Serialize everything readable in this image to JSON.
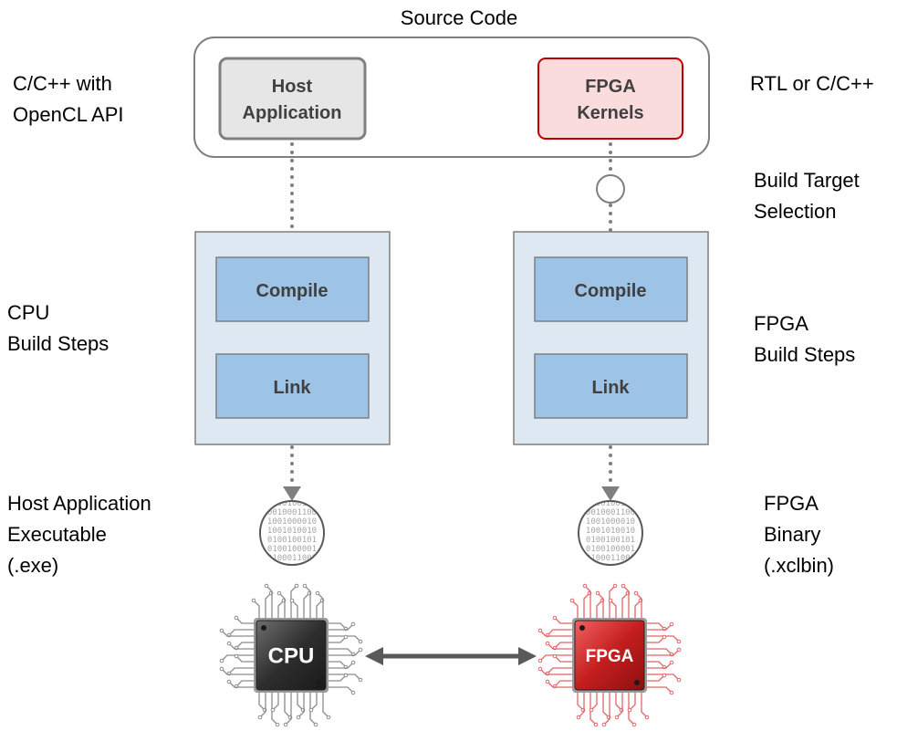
{
  "diagram": {
    "title": "Source Code",
    "host_box_label": [
      "Host",
      "Application"
    ],
    "kernels_box_label": [
      "FPGA",
      "Kernels"
    ],
    "cpu_steps": {
      "compile": "Compile",
      "link": "Link"
    },
    "fpga_steps": {
      "compile": "Compile",
      "link": "Link"
    },
    "left_labels": {
      "source_language": [
        "C/C++ with",
        "OpenCL API"
      ],
      "build_steps": [
        "CPU",
        "Build Steps"
      ],
      "output": [
        "Host Application",
        "Executable",
        "(.exe)"
      ]
    },
    "right_labels": {
      "source_language": [
        "RTL or C/C++"
      ],
      "target_selection": [
        "Build Target",
        "Selection"
      ],
      "build_steps": [
        "FPGA",
        "Build Steps"
      ],
      "output": [
        "FPGA",
        "Binary",
        "(.xclbin)"
      ]
    },
    "chips": {
      "cpu": "CPU",
      "fpga": "FPGA"
    },
    "binary_rows": [
      "01001001",
      "10010001",
      "00100100",
      "10010010",
      "01001001",
      "00100100",
      "10010001"
    ],
    "colors": {
      "host_fill": "#e6e6e6",
      "host_stroke": "#7f7f7f",
      "kernel_fill": "#fadcdc",
      "kernel_stroke": "#c00000",
      "step_panel": "#dde8f3",
      "step_box": "#9dc3e6",
      "cpu_chip": "#3a3a3a",
      "fpga_chip": "#c41e1e",
      "connector": "#7f7f7f"
    }
  }
}
